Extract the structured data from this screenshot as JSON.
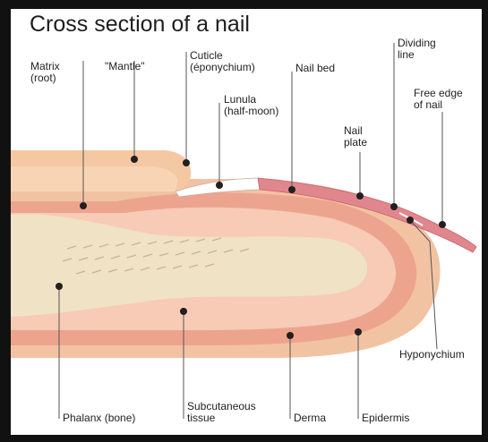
{
  "title": "Cross section of a nail",
  "labels": {
    "matrix": "Matrix\n(root)",
    "mantle": "\"Mantle\"",
    "cuticle": "Cuticle\n(éponychium)",
    "lunula": "Lunula\n(half-moon)",
    "nail_bed": "Nail bed",
    "nail_plate": "Nail\nplate",
    "dividing_line": "Dividing\nline",
    "free_edge": "Free edge\nof nail",
    "hyponychium": "Hyponychium",
    "phalanx": "Phalanx (bone)",
    "subcutaneous": "Subcutaneous\ntissue",
    "derma": "Derma",
    "epidermis": "Epidermis"
  },
  "colors": {
    "frame": "#111111",
    "background": "#ffffff",
    "skin_outer": "#f2c3a3",
    "derma": "#eda48e",
    "subcutaneous": "#f7cbb5",
    "bone": "#f0e2c4",
    "nail": "#e0868d",
    "nail_edge": "#c9606c",
    "lunula": "#ffffff",
    "mantle": "#f4c8a2",
    "leader": "#555555",
    "dot": "#231f20"
  }
}
